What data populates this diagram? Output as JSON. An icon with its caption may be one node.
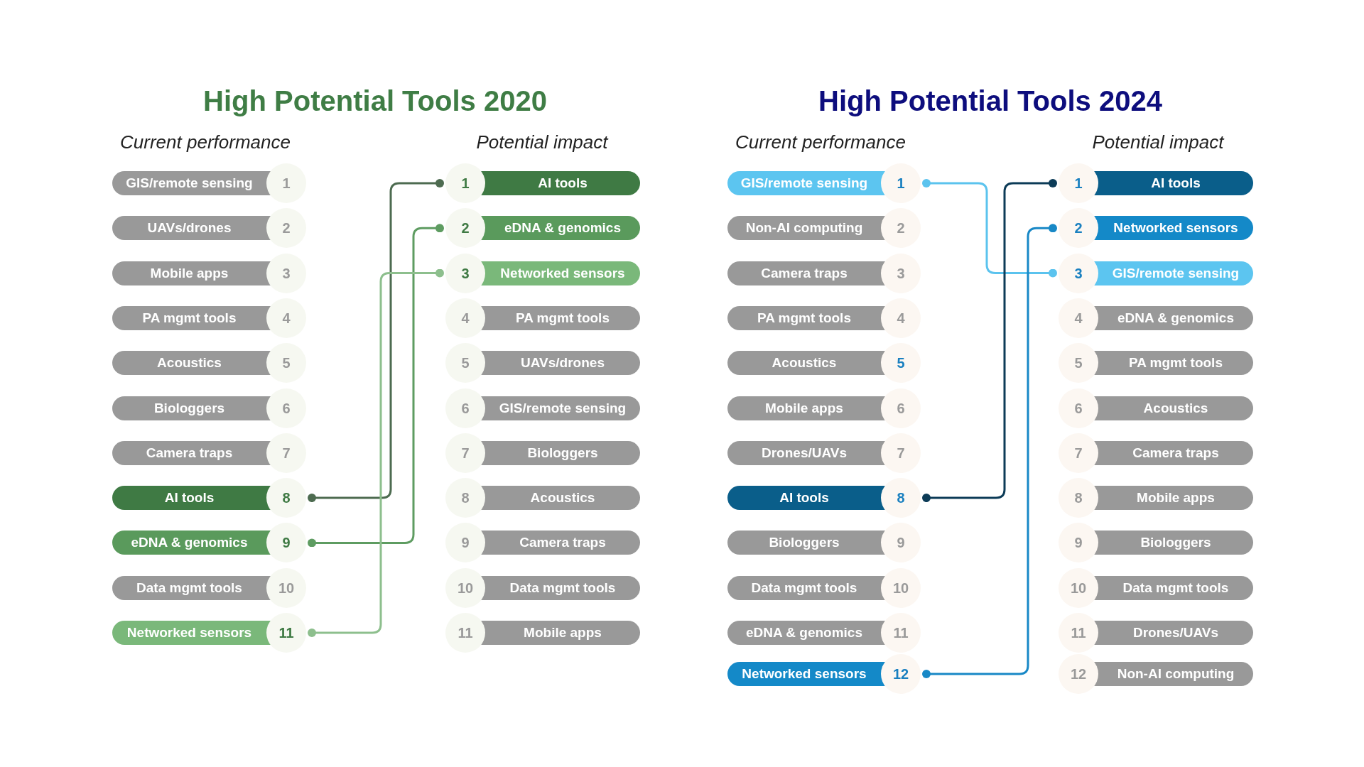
{
  "diagram": {
    "nodes": [
      {
        "text": [
          "GIS/remote sensing"
        ]
      },
      {
        "text": [
          "1"
        ]
      },
      {
        "text": [
          "UAVs/drones"
        ]
      },
      {
        "text": [
          "2"
        ]
      },
      {
        "text": [
          "Mobile apps"
        ]
      },
      {
        "text": [
          "3"
        ]
      },
      {
        "text": [
          "PA mgmt tools"
        ]
      },
      {
        "text": [
          "4"
        ]
      },
      {
        "text": [
          "Acoustics"
        ]
      },
      {
        "text": [
          "5"
        ]
      },
      {
        "text": [
          "Biologgers"
        ]
      },
      {
        "text": [
          "6"
        ]
      },
      {
        "text": [
          "Camera traps"
        ]
      },
      {
        "text": [
          "7"
        ]
      },
      {
        "text": [
          "AI tools"
        ]
      },
      {
        "text": [
          "8"
        ]
      },
      {
        "text": [
          "eDNA & genomics"
        ]
      },
      {
        "text": [
          "9"
        ]
      },
      {
        "text": [
          "Data mgmt tools"
        ]
      },
      {
        "text": [
          "10"
        ]
      },
      {
        "text": [
          "Networked sensors"
        ]
      },
      {
        "text": [
          "11"
        ]
      },
      {
        "text": [
          "1"
        ]
      },
      {
        "text": [
          "AI tools"
        ]
      },
      {
        "text": [
          "2"
        ]
      },
      {
        "text": [
          "eDNA & genomics"
        ]
      },
      {
        "text": [
          "3"
        ]
      },
      {
        "text": [
          "Networked sensors"
        ]
      },
      {
        "text": [
          "4"
        ]
      },
      {
        "text": [
          "PA mgmt tools"
        ]
      },
      {
        "text": [
          "5"
        ]
      },
      {
        "text": [
          "UAVs/drones"
        ]
      },
      {
        "text": [
          "6"
        ]
      },
      {
        "text": [
          "GIS/remote sensing"
        ]
      },
      {
        "text": [
          "7"
        ]
      },
      {
        "text": [
          "Biologgers"
        ]
      },
      {
        "text": [
          "8"
        ]
      },
      {
        "text": [
          "Acoustics"
        ]
      },
      {
        "text": [
          "9"
        ]
      },
      {
        "text": [
          "Camera traps"
        ]
      },
      {
        "text": [
          "10"
        ]
      },
      {
        "text": [
          "Data mgmt tools"
        ]
      },
      {
        "text": [
          "11"
        ]
      },
      {
        "text": [
          "Mobile apps"
        ]
      },
      {
        "text": [
          "GIS/remote sensing"
        ]
      },
      {
        "text": [
          "1"
        ]
      },
      {
        "text": [
          "Non-AI computing"
        ]
      },
      {
        "text": [
          "2"
        ]
      },
      {
        "text": [
          "Camera traps"
        ]
      },
      {
        "text": [
          "3"
        ]
      },
      {
        "text": [
          "PA mgmt tools"
        ]
      },
      {
        "text": [
          "4"
        ]
      },
      {
        "text": [
          "Acoustics"
        ]
      },
      {
        "text": [
          "5"
        ]
      },
      {
        "text": [
          "Mobile apps"
        ]
      },
      {
        "text": [
          "6"
        ]
      },
      {
        "text": [
          "Drones/UAVs"
        ]
      },
      {
        "text": [
          "7"
        ]
      },
      {
        "text": [
          "AI tools"
        ]
      },
      {
        "text": [
          "8"
        ]
      },
      {
        "text": [
          "Biologgers"
        ]
      },
      {
        "text": [
          "9"
        ]
      },
      {
        "text": [
          "Data mgmt tools"
        ]
      },
      {
        "text": [
          "10"
        ]
      },
      {
        "text": [
          "eDNA & genomics"
        ]
      },
      {
        "text": [
          "11"
        ]
      },
      {
        "text": [
          "Networked sensors"
        ]
      },
      {
        "text": [
          "12"
        ]
      },
      {
        "text": [
          "1"
        ]
      },
      {
        "text": [
          "AI tools"
        ]
      },
      {
        "text": [
          "2"
        ]
      },
      {
        "text": [
          "Networked sensors"
        ]
      },
      {
        "text": [
          "3"
        ]
      },
      {
        "text": [
          "GIS/remote sensing"
        ]
      },
      {
        "text": [
          "4"
        ]
      },
      {
        "text": [
          "eDNA & genomics"
        ]
      },
      {
        "text": [
          "5"
        ]
      },
      {
        "text": [
          "PA mgmt tools"
        ]
      },
      {
        "text": [
          "6"
        ]
      },
      {
        "text": [
          "Acoustics"
        ]
      },
      {
        "text": [
          "7"
        ]
      },
      {
        "text": [
          "Camera traps"
        ]
      },
      {
        "text": [
          "8"
        ]
      },
      {
        "text": [
          "Mobile apps"
        ]
      },
      {
        "text": [
          "9"
        ]
      },
      {
        "text": [
          "Biologgers"
        ]
      },
      {
        "text": [
          "10"
        ]
      },
      {
        "text": [
          "Data mgmt tools"
        ]
      },
      {
        "text": [
          "11"
        ]
      },
      {
        "text": [
          "Drones/UAVs"
        ]
      },
      {
        "text": [
          "12"
        ]
      },
      {
        "text": [
          "Non-AI computing"
        ]
      }
    ],
    "edges": [
      {
        "from": 15,
        "to": 22,
        "arrow": "other",
        "color": "#4d6b50"
      },
      {
        "from": 17,
        "to": 24,
        "arrow": "other",
        "color": "#5e9c61"
      },
      {
        "from": 21,
        "to": 26,
        "arrow": "other",
        "color": "#8dbf8d"
      },
      {
        "from": 45,
        "to": 72,
        "arrow": "other",
        "color": "#5bc3ee"
      },
      {
        "from": 59,
        "to": 68,
        "arrow": "other",
        "color": "#0c3b57"
      },
      {
        "from": 67,
        "to": 70,
        "arrow": "other",
        "color": "#1888c6"
      }
    ],
    "labels": [
      "High Potential Tools 2020",
      "High Potential Tools 2024",
      "Current performance",
      "Potential impact",
      "Current performance",
      "Potential impact"
    ]
  }
}
